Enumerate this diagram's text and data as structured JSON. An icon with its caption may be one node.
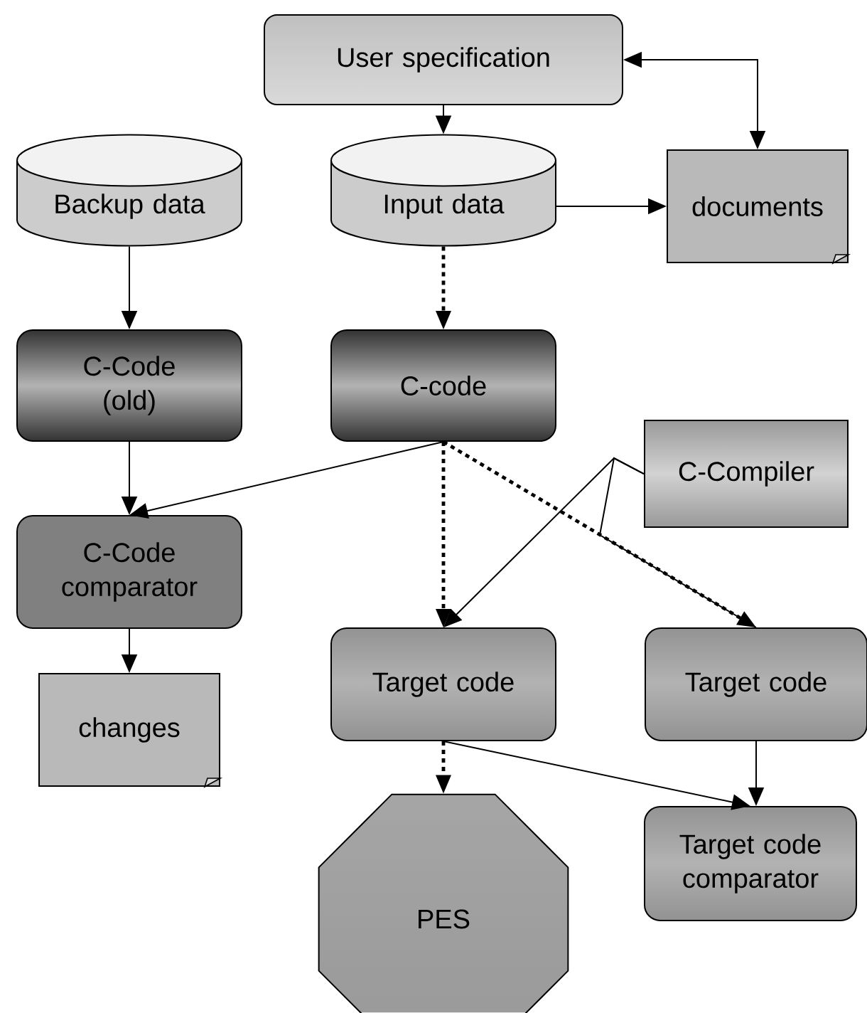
{
  "diagram": {
    "nodes": [
      {
        "text": [
          "User specification"
        ]
      },
      {
        "text": [
          "Backup data"
        ]
      },
      {
        "text": [
          "Input data"
        ]
      },
      {
        "text": [
          "documents"
        ]
      },
      {
        "text": [
          "C-Code (old)"
        ]
      },
      {
        "text": [
          "C-code"
        ]
      },
      {
        "text": [
          "C-Code comparator"
        ]
      },
      {
        "text": [
          "C-Compiler"
        ]
      },
      {
        "text": [
          "changes"
        ]
      },
      {
        "text": [
          "Target code"
        ]
      },
      {
        "text": [
          "Target code"
        ]
      },
      {
        "text": [
          "PES"
        ]
      },
      {
        "text": [
          "Target code comparator"
        ]
      }
    ],
    "edges": [
      {
        "from": 0,
        "to": 2,
        "arrow": "to"
      },
      {
        "from": 0,
        "to": 3,
        "arrow": "both"
      },
      {
        "from": 2,
        "to": 3,
        "arrow": "to"
      },
      {
        "from": 1,
        "to": 4,
        "arrow": "to"
      },
      {
        "from": 2,
        "to": 5,
        "arrow": "to",
        "style": "dashed"
      },
      {
        "from": 4,
        "to": 6,
        "arrow": "to"
      },
      {
        "from": 5,
        "to": 6,
        "arrow": "to"
      },
      {
        "from": 6,
        "to": 8,
        "arrow": "to"
      },
      {
        "from": 5,
        "to": 9,
        "arrow": "to",
        "style": "dashed"
      },
      {
        "from": 5,
        "to": 10,
        "arrow": "to",
        "style": "dashed"
      },
      {
        "from": 7,
        "to": 9,
        "arrow": "to"
      },
      {
        "from": 7,
        "to": 10,
        "arrow": "none"
      },
      {
        "from": 9,
        "to": 11,
        "arrow": "to",
        "style": "dashed"
      },
      {
        "from": 9,
        "to": 12,
        "arrow": "to"
      },
      {
        "from": 10,
        "to": 12,
        "arrow": "to"
      }
    ]
  }
}
